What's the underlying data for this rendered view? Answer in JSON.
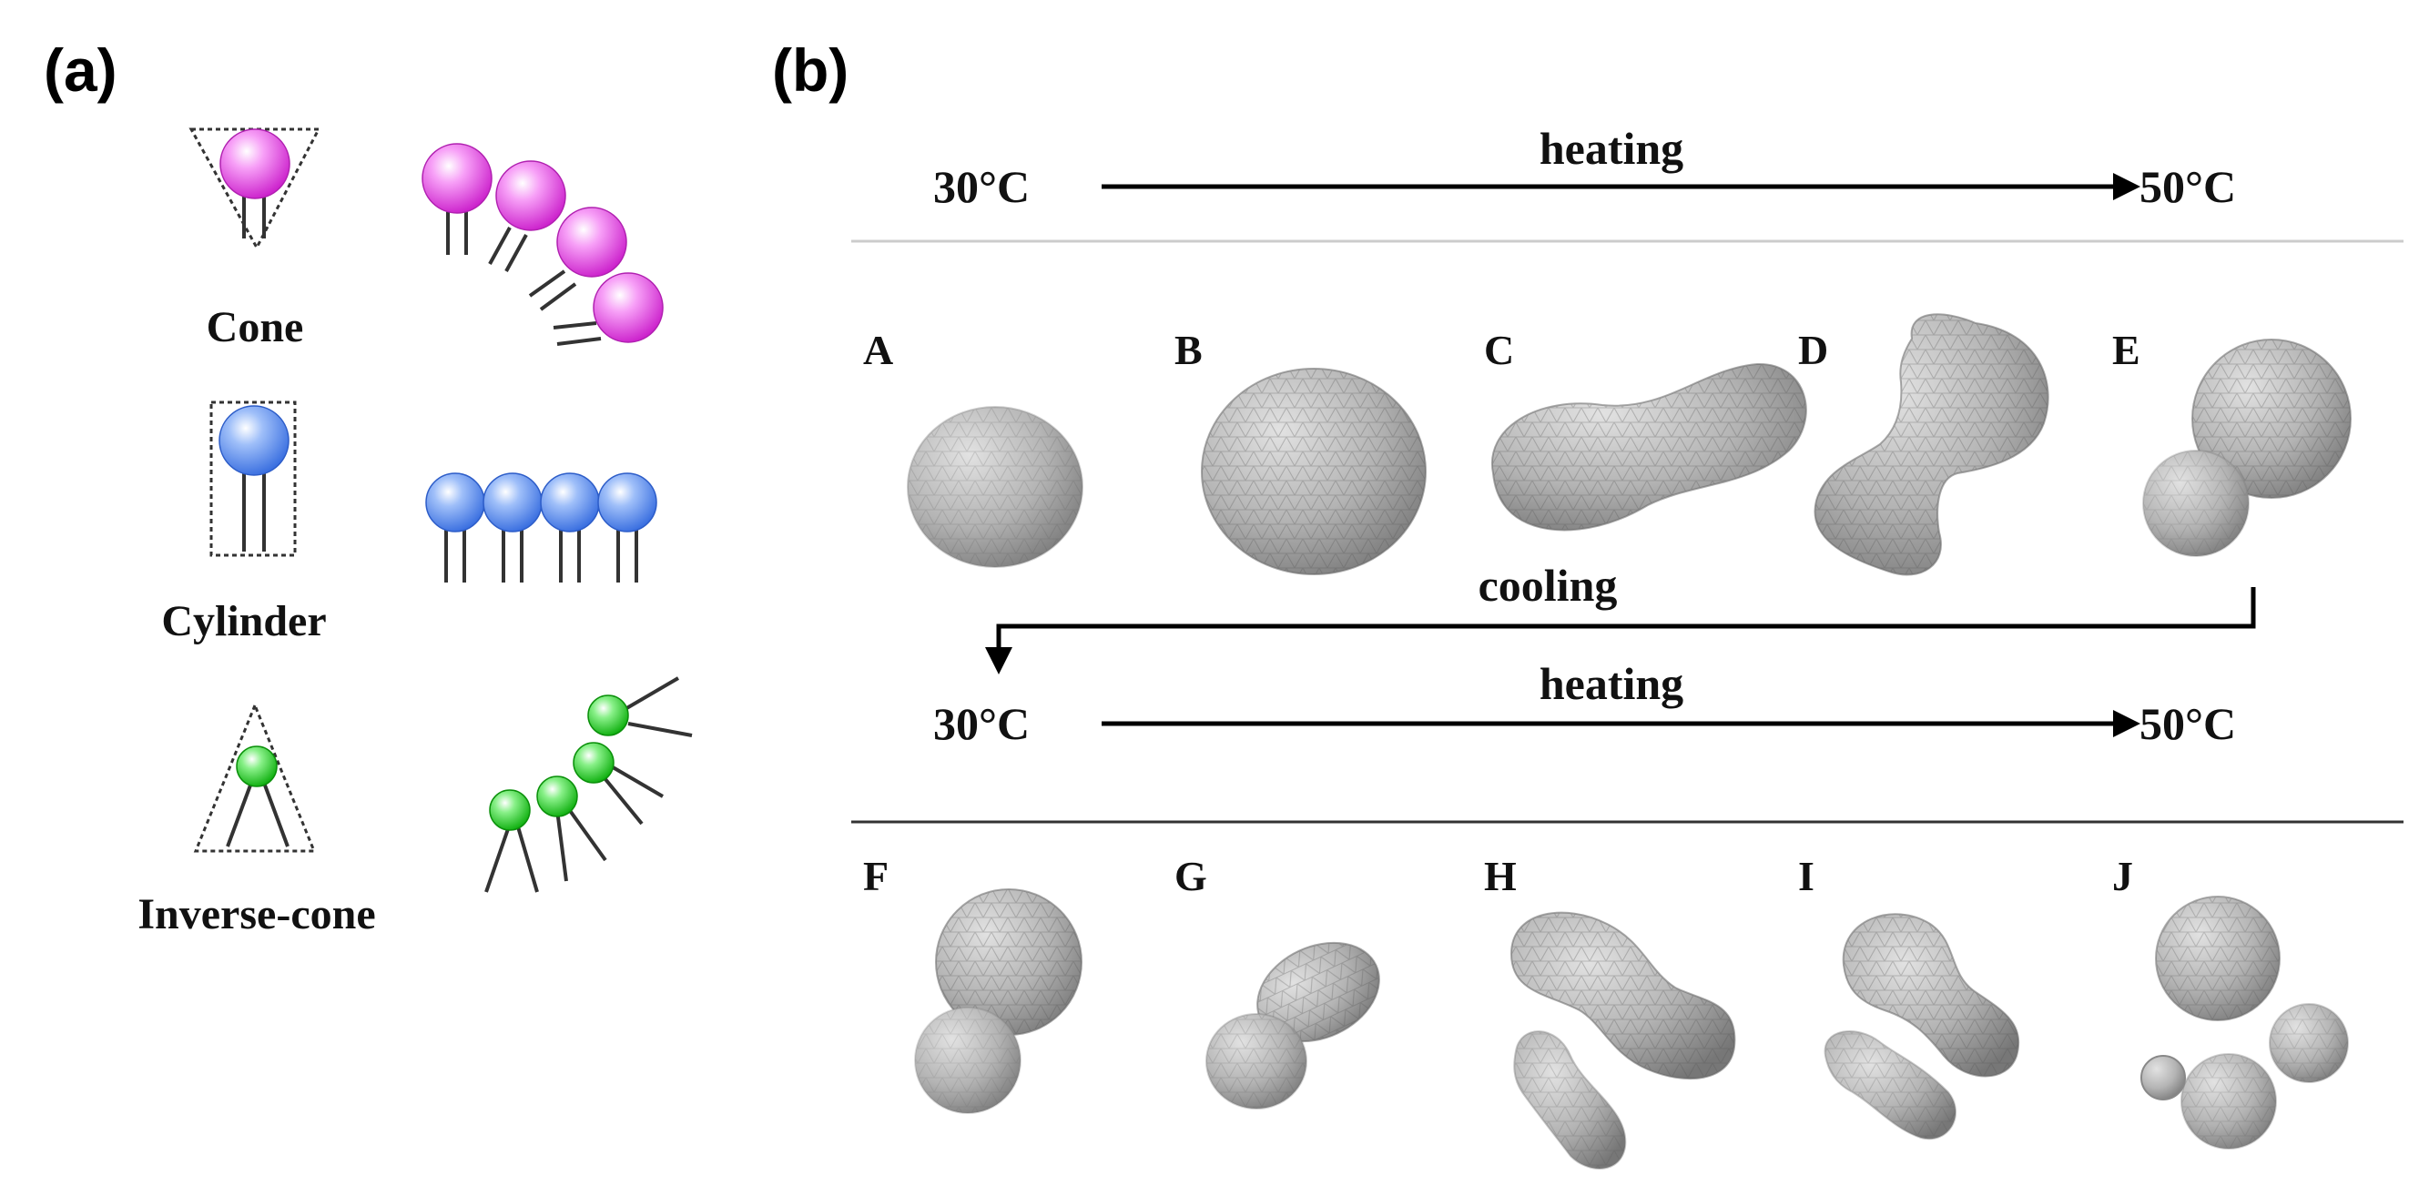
{
  "panel_a": {
    "label": "(a)",
    "lipids": [
      {
        "name": "Cone",
        "head_color": "#ee44ee"
      },
      {
        "name": "Cylinder",
        "head_color": "#5a8ff5"
      },
      {
        "name": "Inverse-cone",
        "head_color": "#33dd33"
      }
    ]
  },
  "panel_b": {
    "label": "(b)",
    "cycle1": {
      "start_temp": "30°C",
      "process": "heating",
      "end_temp": "50°C"
    },
    "transition": {
      "process": "cooling"
    },
    "cycle2": {
      "start_temp": "30°C",
      "process": "heating",
      "end_temp": "50°C"
    },
    "row1_labels": [
      "A",
      "B",
      "C",
      "D",
      "E"
    ],
    "row2_labels": [
      "F",
      "G",
      "H",
      "I",
      "J"
    ]
  },
  "colors": {
    "vesicle_fill": "#a8a8a8",
    "mesh_line": "#5a5a5a",
    "divider_light": "#cccccc",
    "divider_dark": "#333333"
  }
}
